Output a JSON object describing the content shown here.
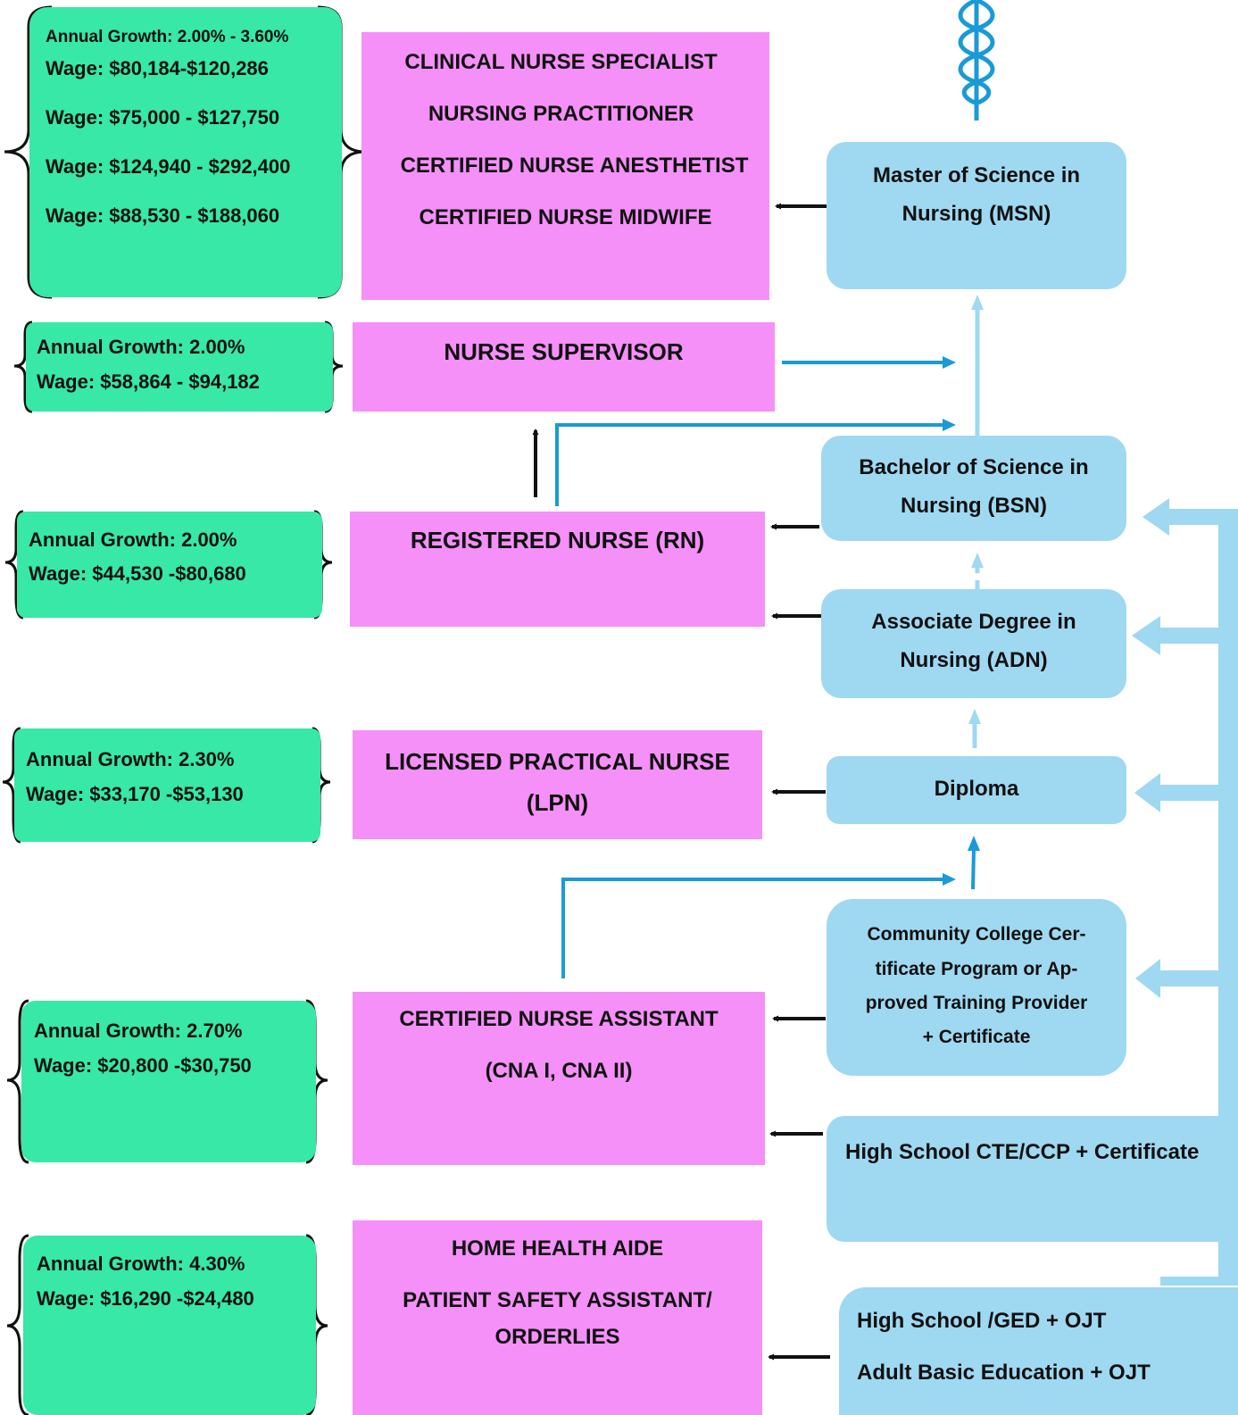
{
  "colors": {
    "wage_box": "#37e8a6",
    "career_box": "#f490f8",
    "education_box": "#9fd8f1",
    "blue_arrow": "#1a9ad6",
    "light_arrow": "#9fd8f1",
    "black_arrow": "#111111"
  },
  "icons": [
    "caduceus-icon",
    "curly-brace-icon",
    "arrow-left-icon",
    "arrow-up-icon",
    "arrow-right-icon"
  ],
  "wages": [
    {
      "lines": [
        "Annual Growth: 2.00% - 3.60%",
        "Wage: $80,184-$120,286",
        "Wage: $75,000 - $127,750",
        "Wage: $124,940 - $292,400",
        "Wage: $88,530 - $188,060"
      ]
    },
    {
      "lines": [
        "Annual Growth: 2.00%",
        "Wage: $58,864 - $94,182"
      ]
    },
    {
      "lines": [
        "Annual Growth: 2.00%",
        "Wage: $44,530 -$80,680"
      ]
    },
    {
      "lines": [
        "Annual Growth: 2.30%",
        "Wage: $33,170 -$53,130"
      ]
    },
    {
      "lines": [
        "Annual Growth: 2.70%",
        "Wage: $20,800 -$30,750"
      ]
    },
    {
      "lines": [
        "Annual Growth: 4.30%",
        "Wage: $16,290 -$24,480"
      ]
    }
  ],
  "careers": [
    {
      "lines": [
        "CLINICAL NURSE SPECIALIST",
        "NURSING PRACTITIONER",
        "CERTIFIED NURSE ANESTHETIST",
        "CERTIFIED NURSE MIDWIFE"
      ]
    },
    {
      "lines": [
        "NURSE SUPERVISOR"
      ]
    },
    {
      "lines": [
        "REGISTERED NURSE (RN)"
      ]
    },
    {
      "lines": [
        "LICENSED PRACTICAL NURSE",
        "(LPN)"
      ]
    },
    {
      "lines": [
        "CERTIFIED NURSE ASSISTANT",
        "(CNA I, CNA II)"
      ]
    },
    {
      "lines": [
        "HOME HEALTH AIDE",
        "PATIENT SAFETY ASSISTANT/",
        "ORDERLIES"
      ]
    }
  ],
  "education": [
    {
      "lines": [
        "Master of Science in",
        "Nursing (MSN)"
      ]
    },
    {
      "lines": [
        "Bachelor of Science in",
        "Nursing (BSN)"
      ]
    },
    {
      "lines": [
        "Associate Degree in",
        "Nursing (ADN)"
      ]
    },
    {
      "lines": [
        "Diploma"
      ]
    },
    {
      "lines": [
        "Community College Cer-",
        "tificate Program or Ap-",
        "proved Training Provider",
        "+ Certificate"
      ]
    },
    {
      "lines": [
        "High School CTE/CCP + Certificate"
      ]
    },
    {
      "lines": [
        "High School /GED + OJT",
        "Adult Basic Education + OJT"
      ]
    }
  ]
}
